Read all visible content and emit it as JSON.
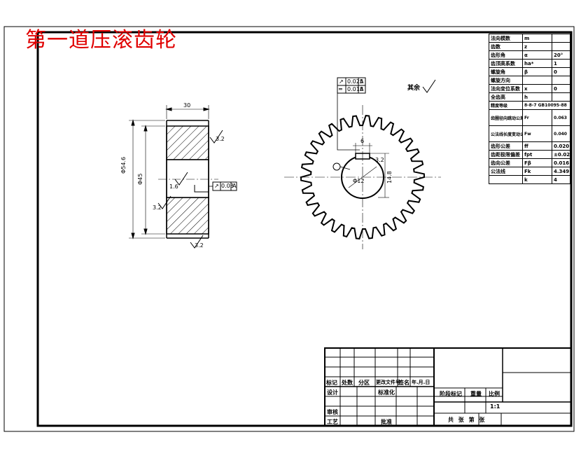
{
  "title": "第一道压滚齿轮",
  "colors": {
    "title": "#e00000",
    "line": "#000000",
    "centerline": "#000000"
  },
  "roughness_note": "其余",
  "side_view": {
    "width_dim": "30",
    "dia_outer": "Φ54.6",
    "dia_root": "Φ45",
    "roughness": [
      "3.2",
      "1.6",
      "3.2",
      "3.2"
    ],
    "runout_box": [
      "↗",
      "0.03",
      "A"
    ]
  },
  "front_view": {
    "tolerance_rows": [
      [
        "↗",
        "0.025",
        "A"
      ],
      [
        "═",
        "0.018",
        "A"
      ]
    ],
    "keyway_labels": [
      "6",
      "14.8",
      "3.2"
    ],
    "bore_label": "Φ12"
  },
  "param_table": {
    "rows": [
      [
        "法向模数",
        "m",
        ""
      ],
      [
        "齿数",
        "z",
        ""
      ],
      [
        "齿形角",
        "α",
        "20°"
      ],
      [
        "齿顶高系数",
        "ha*",
        "1"
      ],
      [
        "螺旋角",
        "β",
        "0"
      ],
      [
        "螺旋方向",
        "",
        ""
      ],
      [
        "法向变位系数",
        "x",
        "0"
      ],
      [
        "全齿高",
        "h",
        ""
      ],
      [
        "精度等级",
        "8-8-7 GB10095-88",
        ""
      ],
      [
        "齿圈径向跳动公差",
        "Fr",
        "0.063"
      ],
      [
        "公法线长度变动公差",
        "Fw",
        "0.040"
      ],
      [
        "齿形公差",
        "ff",
        "0.020"
      ],
      [
        "齿距极限偏差",
        "fpt",
        "±0.020"
      ],
      [
        "齿向公差",
        "Fβ",
        "0.016"
      ],
      [
        "公法线",
        "Fk",
        "4.349"
      ],
      [
        "",
        "k",
        "4"
      ]
    ]
  },
  "title_block": {
    "revision_headers": [
      "标记",
      "处数",
      "分区",
      "更改文件号",
      "签名",
      "年.月.日"
    ],
    "design": "设计",
    "standardize": "标准化",
    "review": "审核",
    "process": "工艺",
    "approve": "批准",
    "stage_mark": "阶段标记",
    "weight": "重量",
    "scale": "比例",
    "scale_value": "1:1",
    "sheets": "共  张  第  张"
  }
}
